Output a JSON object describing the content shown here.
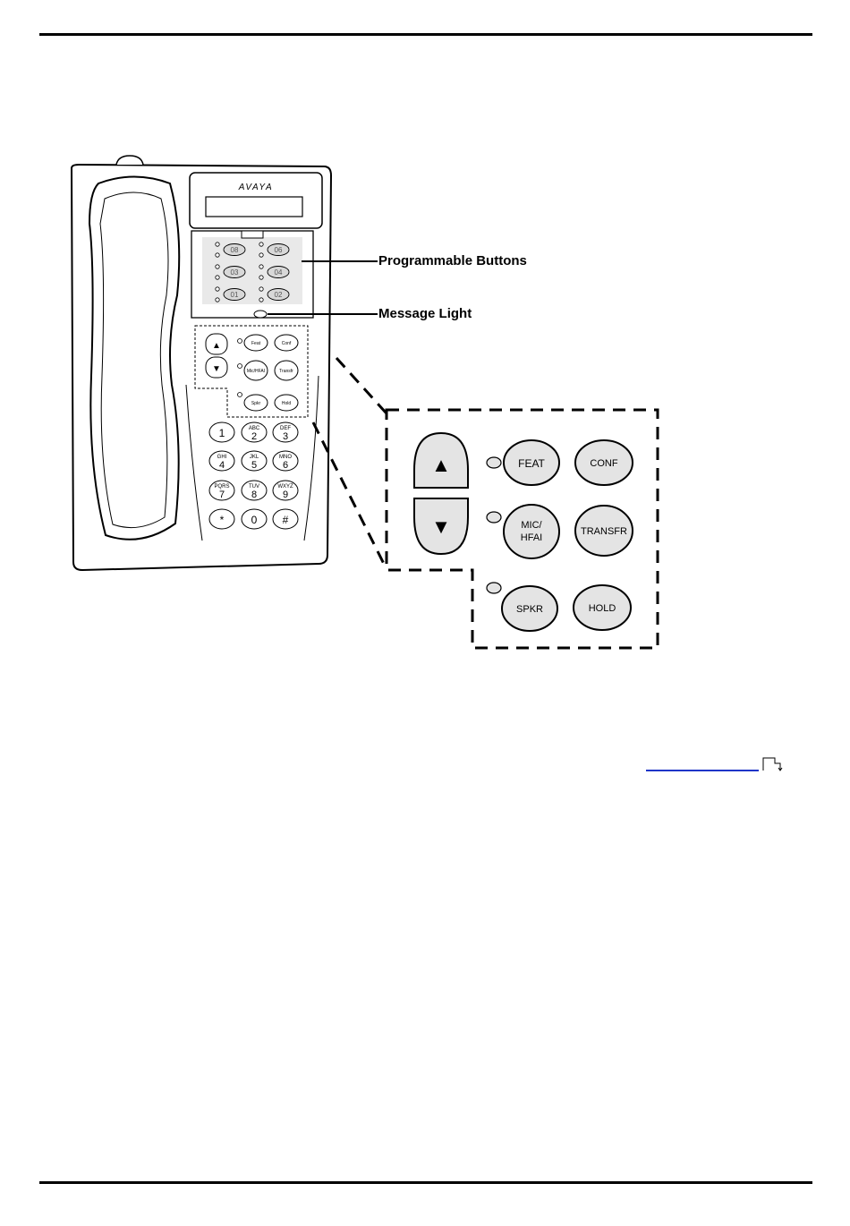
{
  "labels": {
    "programmable_buttons": "Programmable Buttons",
    "message_light": "Message Light"
  },
  "phone": {
    "brand": "AVAYA",
    "programmable_keys": [
      "08",
      "06",
      "03",
      "04",
      "01",
      "02"
    ],
    "small_function_keys": [
      "Feat",
      "Conf",
      "Mic/HFAI",
      "Transfr",
      "Spkr",
      "Hold"
    ],
    "dialpad": [
      {
        "digit": "1",
        "letters": ""
      },
      {
        "digit": "2",
        "letters": "ABC"
      },
      {
        "digit": "3",
        "letters": "DEF"
      },
      {
        "digit": "4",
        "letters": "GHI"
      },
      {
        "digit": "5",
        "letters": "JKL"
      },
      {
        "digit": "6",
        "letters": "MNO"
      },
      {
        "digit": "7",
        "letters": "PQRS"
      },
      {
        "digit": "8",
        "letters": "TUV"
      },
      {
        "digit": "9",
        "letters": "WXYZ"
      },
      {
        "digit": "*",
        "letters": ""
      },
      {
        "digit": "0",
        "letters": ""
      },
      {
        "digit": "#",
        "letters": ""
      }
    ]
  },
  "zoom": {
    "up_arrow": "▲",
    "down_arrow": "▼",
    "feat": "FEAT",
    "conf": "CONF",
    "mic_line1": "MIC/",
    "mic_line2": "HFAI",
    "transfr": "TRANSFR",
    "spkr": "SPKR",
    "hold": "HOLD"
  },
  "colors": {
    "button_fill": "#e4e4e4",
    "panel_fill": "#e9e9e9",
    "link": "#1f35c8"
  }
}
